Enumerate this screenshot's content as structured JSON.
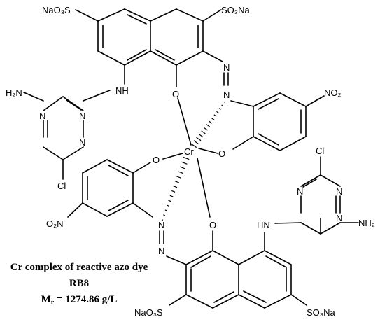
{
  "molecule": {
    "caption_line1": "Cr complex of reactive azo dye",
    "caption_line2": "RB8",
    "caption_line3_prefix": "M",
    "caption_line3_sub": "r",
    "caption_line3_rest": " = 1274.86 g/L",
    "labels": {
      "cr": "Cr",
      "o": "O",
      "n": "N",
      "nh": "NH",
      "hn": "HN",
      "cl": "Cl",
      "so3na": "SO₃Na",
      "naso3": "NaO₃S",
      "no2": "NO₂",
      "o2n": "O₂N",
      "h2n": "H₂N",
      "nh2": "NH₂"
    }
  }
}
